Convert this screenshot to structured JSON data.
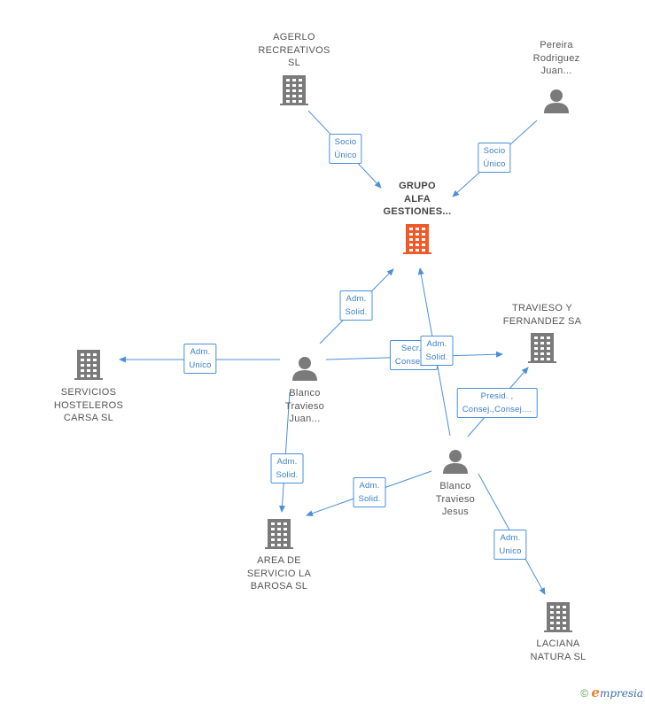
{
  "nodes": [
    {
      "id": "grupo-alfa",
      "kind": "company",
      "highlight": true,
      "label": "GRUPO\nALFA\nGESTIONES..."
    },
    {
      "id": "agerlo",
      "kind": "company",
      "highlight": false,
      "label": "AGERLO\nRECREATIVOS\nSL"
    },
    {
      "id": "pereira",
      "kind": "person",
      "highlight": false,
      "label": "Pereira\nRodriguez\nJuan..."
    },
    {
      "id": "travieso-fernandez",
      "kind": "company",
      "highlight": false,
      "label": "TRAVIESO Y\nFERNANDEZ SA"
    },
    {
      "id": "servicios-hosteleros",
      "kind": "company",
      "highlight": false,
      "label": "SERVICIOS\nHOSTELEROS\nCARSA SL"
    },
    {
      "id": "blanco-juan",
      "kind": "person",
      "highlight": false,
      "label": "Blanco\nTravieso\nJuan..."
    },
    {
      "id": "blanco-jesus",
      "kind": "person",
      "highlight": false,
      "label": "Blanco\nTravieso\nJesus"
    },
    {
      "id": "area-servicio",
      "kind": "company",
      "highlight": false,
      "label": "AREA DE\nSERVICIO LA\nBAROSA SL"
    },
    {
      "id": "laciana",
      "kind": "company",
      "highlight": false,
      "label": "LACIANA\nNATURA  SL"
    }
  ],
  "edges": [
    {
      "from": "agerlo",
      "to": "grupo-alfa",
      "label": "Socio\nÚnico"
    },
    {
      "from": "pereira",
      "to": "grupo-alfa",
      "label": "Socio\nÚnico"
    },
    {
      "from": "blanco-juan",
      "to": "grupo-alfa",
      "label": "Adm.\nSolid."
    },
    {
      "from": "blanco-juan",
      "to": "servicios-hosteleros",
      "label": "Adm.\nUnico"
    },
    {
      "from": "blanco-juan",
      "to": "travieso-fernandez",
      "label": "Secr. ,\nConsej...."
    },
    {
      "from": "blanco-juan",
      "to": "area-servicio",
      "label": "Adm.\nSolid."
    },
    {
      "from": "blanco-jesus",
      "to": "grupo-alfa",
      "label": "Adm.\nSolid."
    },
    {
      "from": "blanco-jesus",
      "to": "travieso-fernandez",
      "label": "Presid. ,\nConsej.,Consej...."
    },
    {
      "from": "blanco-jesus",
      "to": "area-servicio",
      "label": "Adm.\nSolid."
    },
    {
      "from": "blanco-jesus",
      "to": "laciana",
      "label": "Adm.\nUnico"
    }
  ],
  "colors": {
    "edge": "#4a90d9",
    "node": "#7a7a7a",
    "highlight": "#f05a28"
  },
  "footer": {
    "copyright": "©",
    "brand_initial": "e",
    "brand_rest": "mpresia"
  }
}
